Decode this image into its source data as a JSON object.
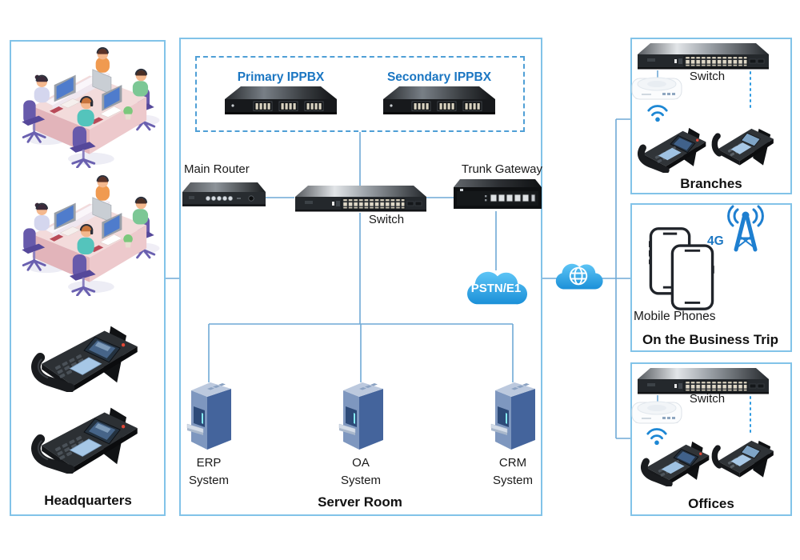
{
  "colors": {
    "accent_blue": "#1b76c2",
    "panel_border": "#82c3e8",
    "connector_line": "#6fa9d6",
    "cloud_blue": "#2aa3e8",
    "dashed_box_border": "#4f9fd6"
  },
  "panels": {
    "headquarters": {
      "title": "Headquarters"
    },
    "server_room": {
      "title": "Server Room",
      "primary_ippbx_label": "Primary IPPBX",
      "secondary_ippbx_label": "Secondary IPPBX",
      "main_router_label": "Main Router",
      "switch_label": "Switch",
      "trunk_gateway_label": "Trunk Gateway",
      "pstn_cloud_label": "PSTN/E1",
      "erp_label": "ERP\nSystem",
      "oa_label": "OA\nSystem",
      "crm_label": "CRM\nSystem"
    },
    "branches": {
      "title": "Branches",
      "switch_label": "Switch"
    },
    "business_trip": {
      "title": "On the Business Trip",
      "network_label": "4G",
      "devices_label": "Mobile Phones"
    },
    "offices": {
      "title": "Offices",
      "switch_label": "Switch"
    }
  }
}
